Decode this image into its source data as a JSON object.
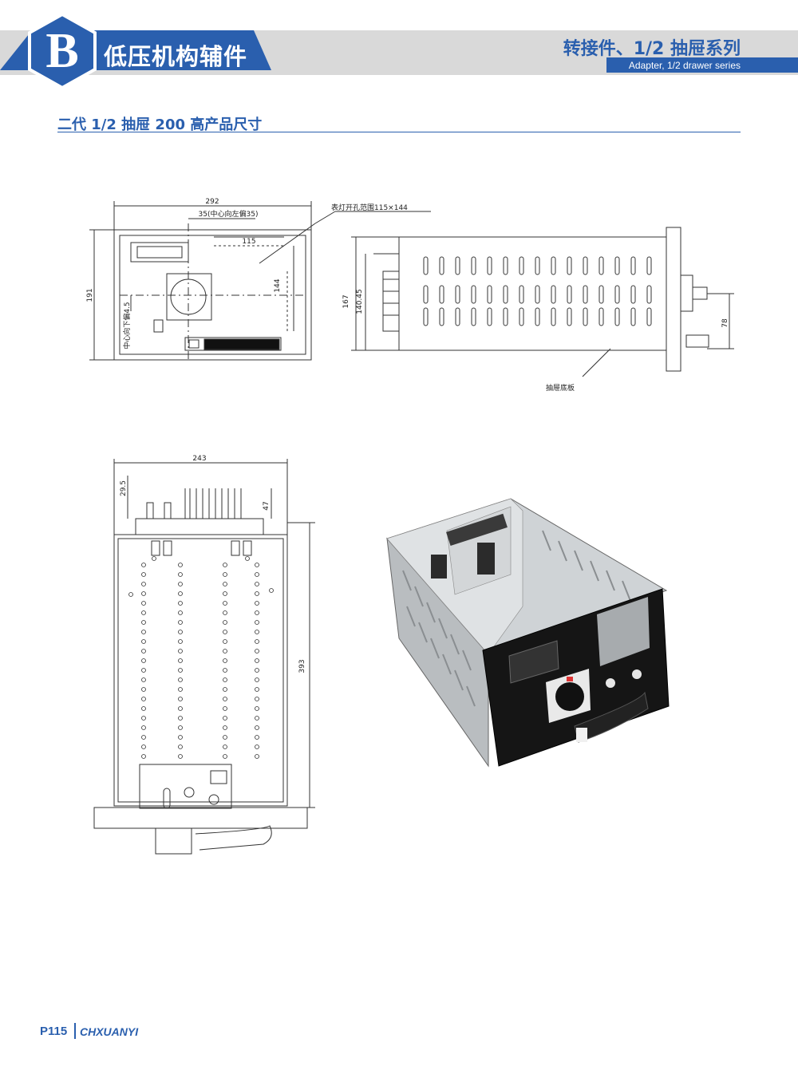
{
  "header": {
    "section_letter": "B",
    "section_name": "低压机构辅件",
    "title_cn": "转接件、1/2 抽屉系列",
    "title_en": "Adapter, 1/2 drawer series",
    "colors": {
      "brand_blue": "#2a5fae",
      "band_gray": "#d9d9d9"
    }
  },
  "subtitle": "二代 1/2 抽屉 200 高产品尺寸",
  "front_view": {
    "dim_width": "292",
    "dim_offset": "35(中心向左偏35)",
    "dim_115": "115",
    "dim_height": "191",
    "dim_144": "144",
    "note_center_down": "中心向下偏4.5",
    "callout_hole": "表灯开孔范围115×144"
  },
  "side_view": {
    "dim_167": "167",
    "dim_140": "140.45",
    "dim_78": "78",
    "callout_bottom": "抽屉底板"
  },
  "top_view": {
    "dim_243": "243",
    "dim_29": "29.5",
    "dim_47": "47",
    "dim_393": "393"
  },
  "photo": {
    "icon": "drawer-product-photo"
  },
  "footer": {
    "page": "P115",
    "brand": "CHXUANYI"
  }
}
